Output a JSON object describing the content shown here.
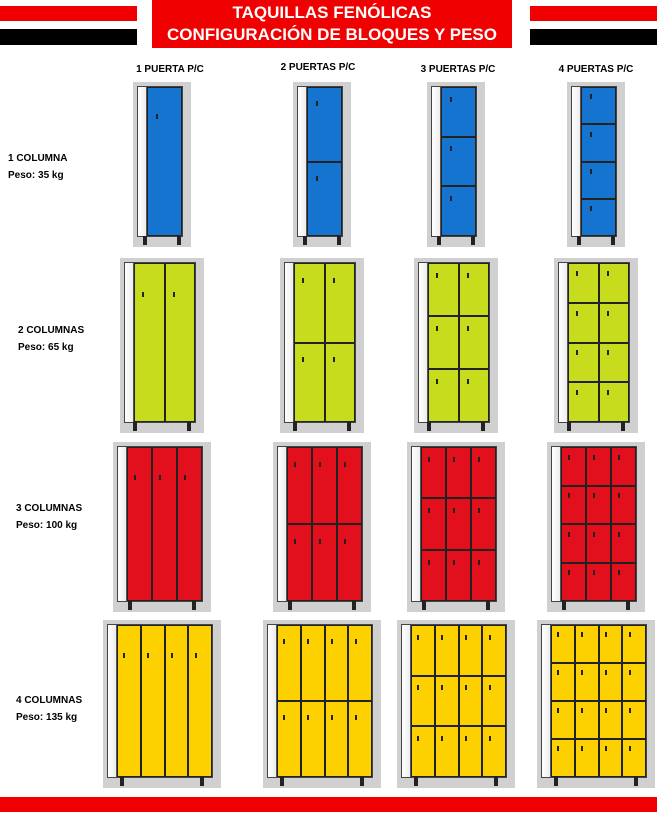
{
  "header": {
    "title_line1": "TAQUILLAS FENÓLICAS",
    "title_line2": "CONFIGURACIÓN DE BLOQUES Y PESO"
  },
  "column_headers": [
    "1 PUERTA P/C",
    "2 PUERTAS P/C",
    "3 PUERTAS P/C",
    "4 PUERTAS P/C"
  ],
  "rows": [
    {
      "label": "1 COLUMNA",
      "weight": "Peso: 35 kg",
      "columns": 1,
      "color": "#1474d0"
    },
    {
      "label": "2 COLUMNAS",
      "weight": "Peso: 65 kg",
      "columns": 2,
      "color": "#c8dc1e"
    },
    {
      "label": "3 COLUMNAS",
      "weight": "Peso: 100 kg",
      "columns": 3,
      "color": "#e2101c"
    },
    {
      "label": "4 COLUMNAS",
      "weight": "Peso: 135 kg",
      "columns": 4,
      "color": "#fdd000"
    }
  ],
  "colors": {
    "brand_red": "#f00000",
    "black": "#000000"
  }
}
